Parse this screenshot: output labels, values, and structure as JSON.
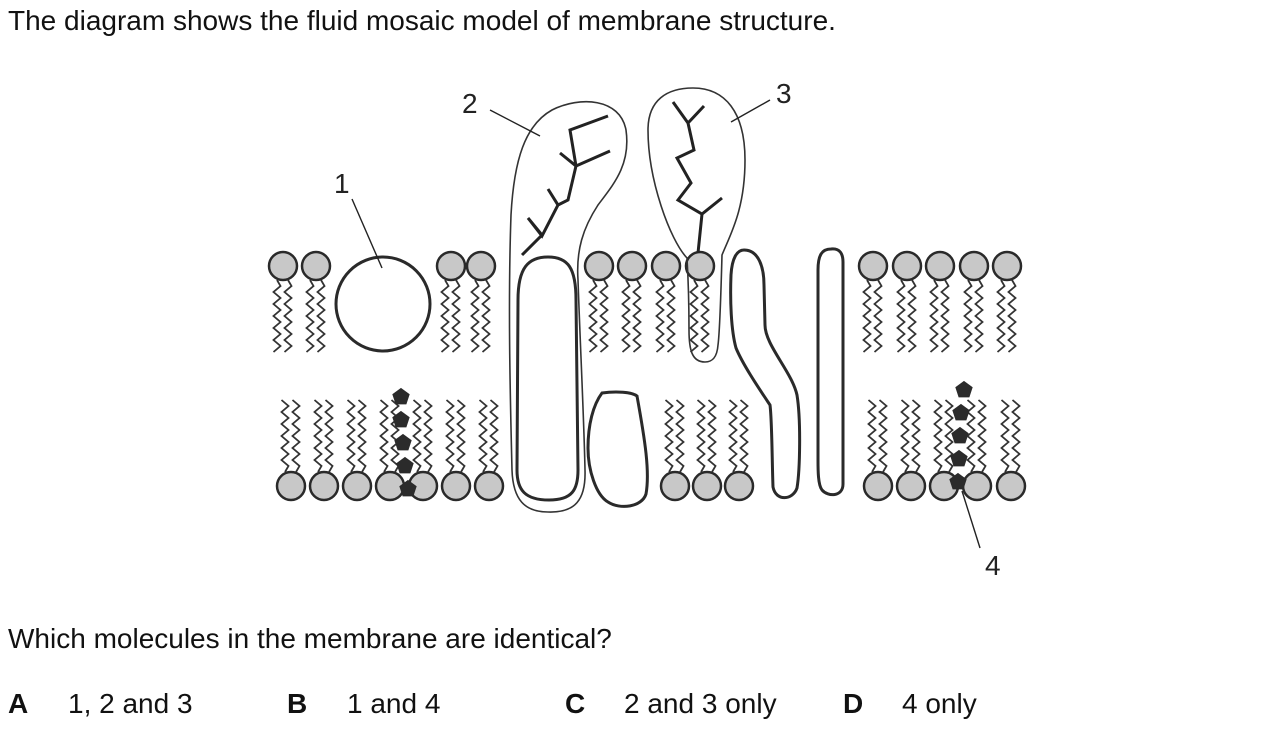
{
  "intro": "The diagram shows the fluid mosaic model of membrane structure.",
  "question": "Which molecules in the membrane are identical?",
  "labels": {
    "l1": "1",
    "l2": "2",
    "l3": "3",
    "l4": "4"
  },
  "options": [
    {
      "letter": "A",
      "text": "1, 2 and 3"
    },
    {
      "letter": "B",
      "text": "1 and 4"
    },
    {
      "letter": "C",
      "text": "2 and 3 only"
    },
    {
      "letter": "D",
      "text": "4 only"
    }
  ],
  "colors": {
    "head_fill": "#c8c8c8",
    "outline": "#2a2a2a",
    "cholesterol": "#2b2b2b"
  }
}
